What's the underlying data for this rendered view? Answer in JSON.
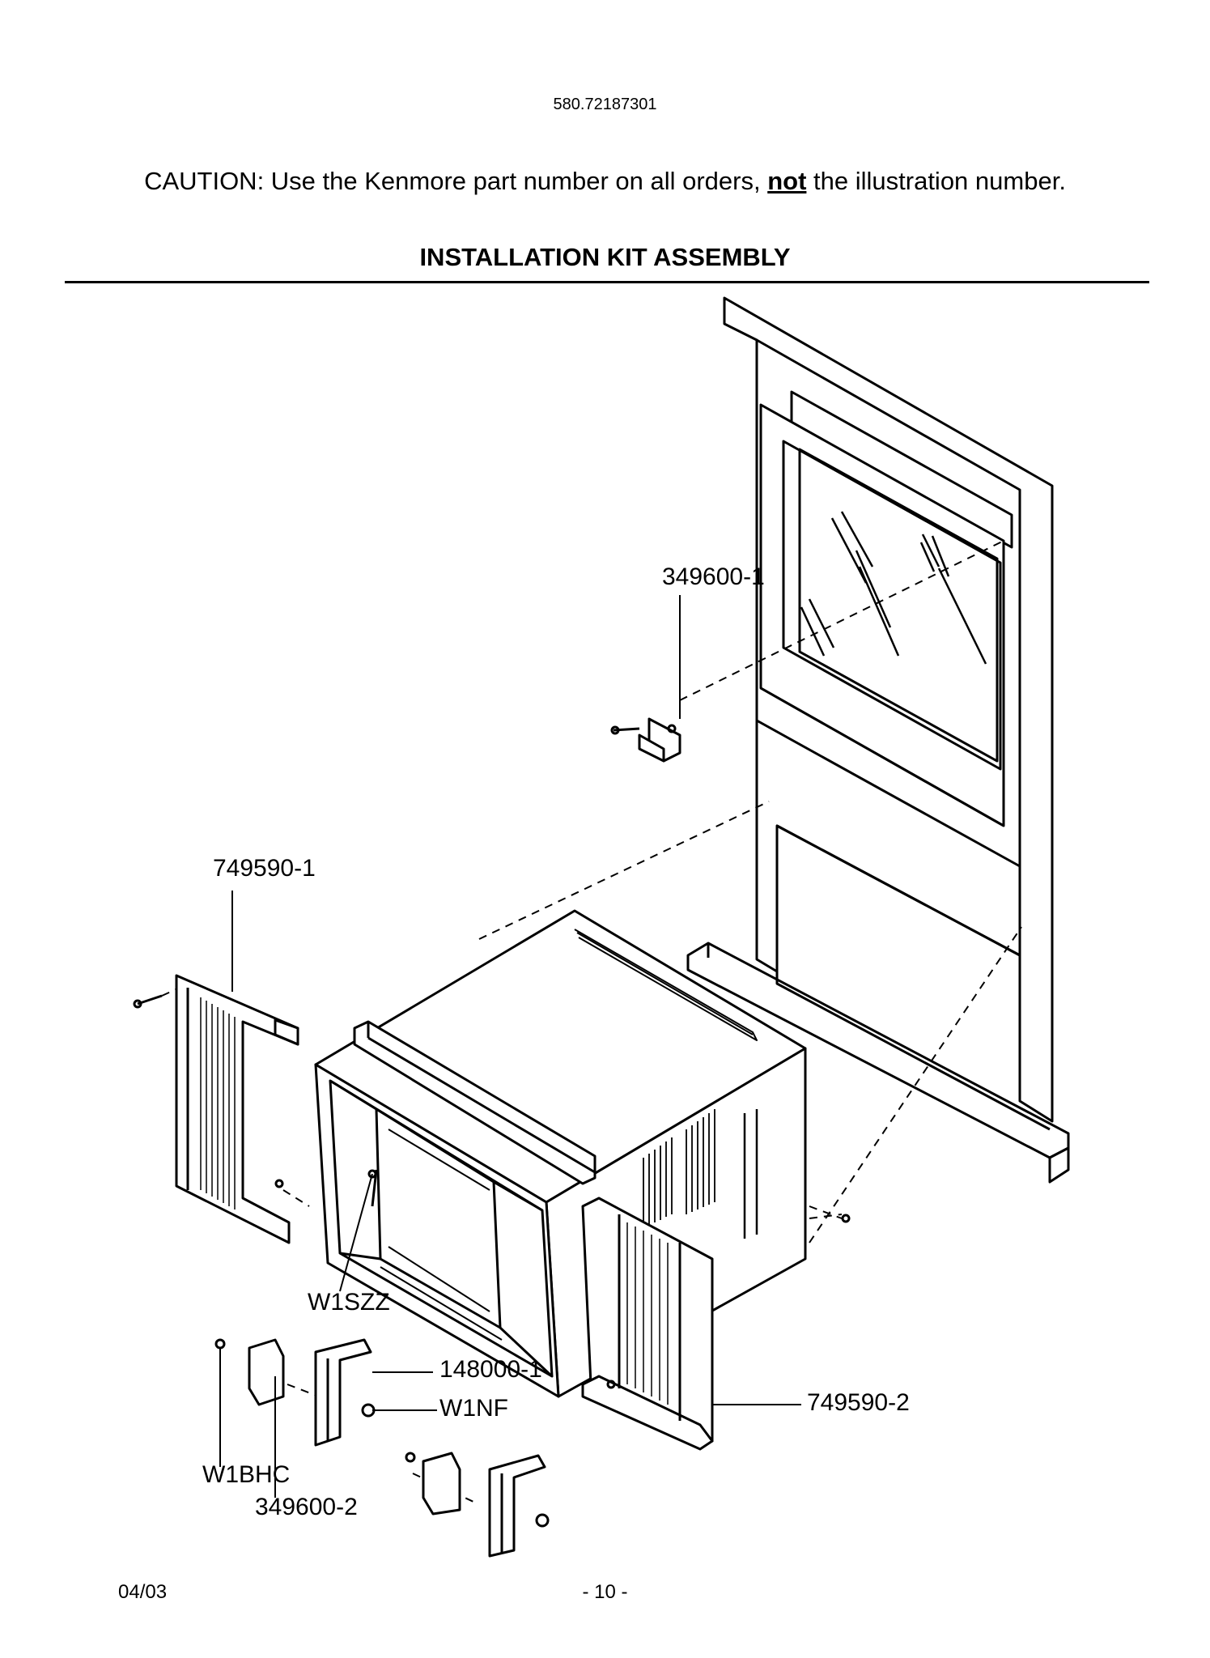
{
  "header": {
    "model_number": "580.72187301",
    "caution_before": "CAUTION: Use the Kenmore part number on all orders, ",
    "caution_emph": "not",
    "caution_after": " the illustration number.",
    "title": "INSTALLATION KIT ASSEMBLY"
  },
  "callouts": {
    "bracket_top": "349600-1",
    "side_panel_left": "749590-1",
    "screw_w1szz": "W1SZZ",
    "sill_support": "148000-1",
    "nut_w1nf": "W1NF",
    "side_panel_right": "749590-2",
    "bolt_w1bhc": "W1BHC",
    "bracket_bottom": "349600-2"
  },
  "footer": {
    "date": "04/03",
    "page": "- 10 -"
  }
}
